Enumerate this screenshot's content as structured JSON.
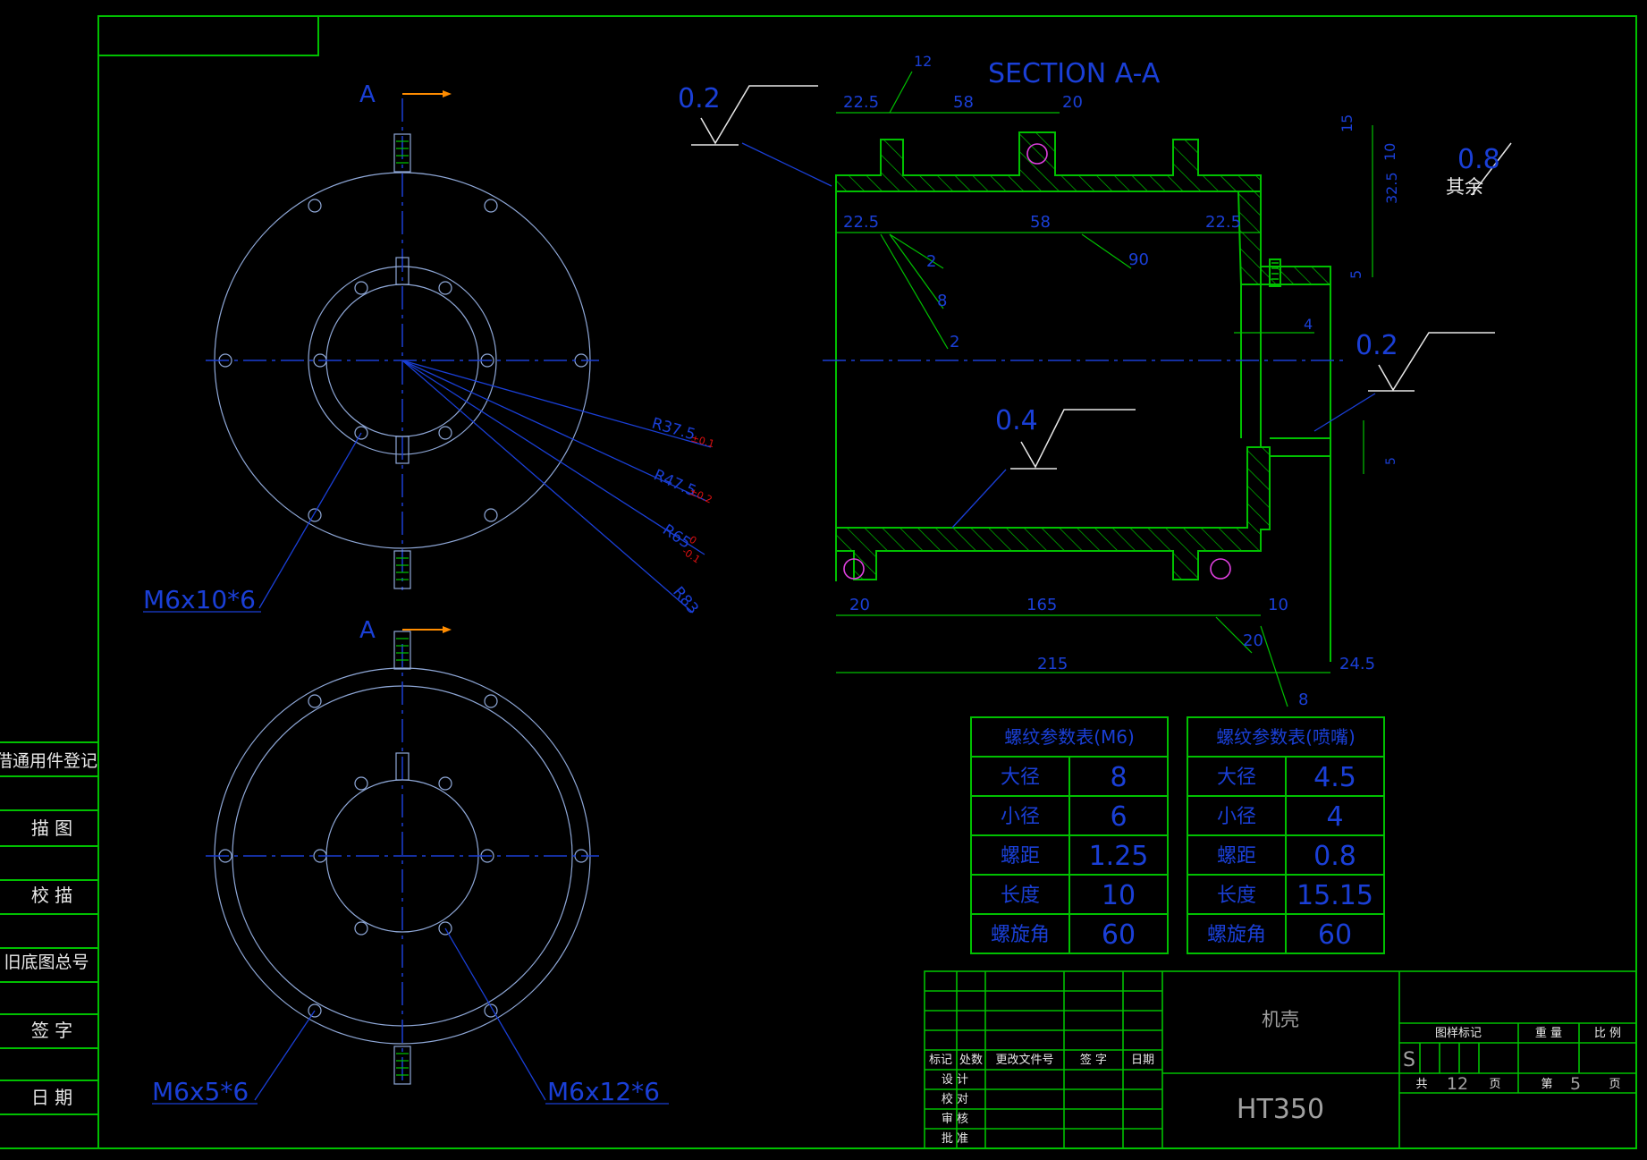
{
  "section_title": "SECTION A-A",
  "view_labels": {
    "top": "A",
    "bottom": "A"
  },
  "roughness": {
    "top_left": "0.2",
    "right": "0.2",
    "inner": "0.4",
    "general": "0.8",
    "general_note": "其余"
  },
  "hole_callouts": {
    "top_view": "M6x10*6",
    "bottom_left": "M6x5*6",
    "bottom_right": "M6x12*6"
  },
  "radii": {
    "r1": "R37.5",
    "r1_tol": "±0.1",
    "r2": "R47.5",
    "r2_tol": "±0.2",
    "r3_main": "R65",
    "r3_tol_up": "0",
    "r3_tol_low": "-0.1",
    "r4": "R83"
  },
  "dims": {
    "top": [
      "22.5",
      "58",
      "20",
      "12"
    ],
    "mid": [
      "22.5",
      "58",
      "22.5",
      "90"
    ],
    "leaders": [
      "2",
      "8",
      "2"
    ],
    "right_col": [
      "15",
      "10",
      "32.5",
      "5"
    ],
    "inner_gap": "4",
    "small_right": "5",
    "bottom_row": [
      "20",
      "165",
      "10"
    ],
    "bottom_20": "20",
    "overall": "215",
    "right_24": "24.5",
    "bottom_8": "8"
  },
  "table_m6": {
    "title": "螺纹参数表(M6)",
    "rows": [
      [
        "大径",
        "8"
      ],
      [
        "小径",
        "6"
      ],
      [
        "螺距",
        "1.25"
      ],
      [
        "长度",
        "10"
      ],
      [
        "螺旋角",
        "60"
      ]
    ]
  },
  "table_nozzle": {
    "title": "螺纹参数表(喷嘴)",
    "rows": [
      [
        "大径",
        "4.5"
      ],
      [
        "小径",
        "4"
      ],
      [
        "螺距",
        "0.8"
      ],
      [
        "长度",
        "15.15"
      ],
      [
        "螺旋角",
        "60"
      ]
    ]
  },
  "left_register": [
    "借通用件登记",
    "描 图",
    "校 描",
    "旧底图总号",
    "签 字",
    "日 期"
  ],
  "title_block": {
    "part_name": "机壳",
    "material": "HT350",
    "rev_headers": [
      "标记",
      "处数",
      "更改文件号",
      "签 字",
      "日期"
    ],
    "roles": [
      "设 计",
      "校 对",
      "审 核",
      "批 准"
    ],
    "right_headers": [
      "图样标记",
      "重 量",
      "比 例"
    ],
    "mark_s": "S",
    "total_label": "共",
    "total_pages": "12",
    "page_unit": "页",
    "current_label": "第",
    "current_page": "5",
    "current_unit": "页"
  },
  "colors": {
    "frame": "#00c000",
    "dim": "#1a3fd6",
    "outline": "#8fa8d8",
    "hatch": "#00c000",
    "text": "#e8e8e8",
    "tolerance": "#e01010",
    "mark": "#e040e0",
    "arrow": "#ff8c00"
  }
}
